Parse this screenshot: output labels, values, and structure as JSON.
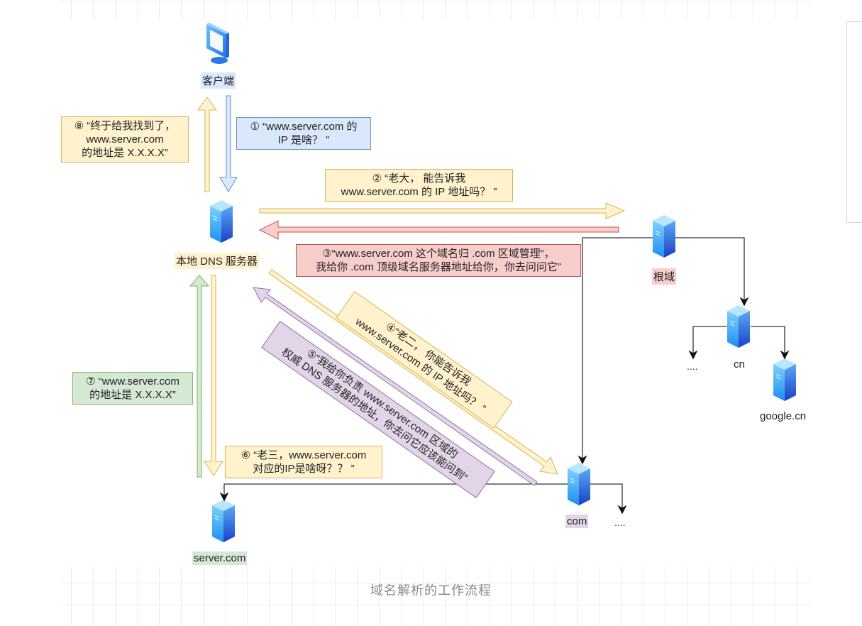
{
  "caption": "域名解析的工作流程",
  "nodes": {
    "client": {
      "label": "客户端",
      "icon": "computer-monitor-icon"
    },
    "local_dns": {
      "label": "本地 DNS 服务器",
      "icon": "server-icon"
    },
    "root": {
      "label": "根域",
      "icon": "server-icon"
    },
    "cn": {
      "label": "cn",
      "icon": "server-icon"
    },
    "cn_more": {
      "label": "...."
    },
    "google_cn": {
      "label": "google.cn",
      "icon": "server-icon"
    },
    "com": {
      "label": "com",
      "icon": "server-icon"
    },
    "com_more": {
      "label": "...."
    },
    "server_com": {
      "label": "server.com",
      "icon": "server-icon"
    }
  },
  "steps": [
    {
      "num": "①",
      "lines": [
        "① “www.server.com 的",
        "IP 是啥？ ”"
      ],
      "color": "blue"
    },
    {
      "num": "②",
      "lines": [
        "② “老大， 能告诉我",
        "www.server.com 的 IP 地址吗？ ”"
      ],
      "color": "yellow"
    },
    {
      "num": "③",
      "lines": [
        "③“www.server.com 这个域名归 .com 区域管理”，",
        "我给你 .com 顶级域名服务器地址给你，你去问问它”"
      ],
      "color": "red"
    },
    {
      "num": "④",
      "lines": [
        "④“老二， 你能告诉我",
        "www.server.com 的 IP 地址吗？ ”"
      ],
      "color": "yellow"
    },
    {
      "num": "⑤",
      "lines": [
        "⑤“我给你负责 www.server.com 区域的",
        "权威 DNS 服务器的地址，你去问它应该能问到”"
      ],
      "color": "purple"
    },
    {
      "num": "⑥",
      "lines": [
        "⑥ “老三，www.server.com",
        "对应的IP是啥呀？？ ”"
      ],
      "color": "yellow"
    },
    {
      "num": "⑦",
      "lines": [
        "⑦ “www.server.com",
        "的地址是 X.X.X.X”"
      ],
      "color": "green"
    },
    {
      "num": "⑧",
      "lines": [
        "⑧ “终于给我找到了，",
        "www.server.com",
        "的地址是 X.X.X.X”"
      ],
      "color": "yellow"
    }
  ],
  "colors": {
    "yellow_fill": "#fff2cc",
    "yellow_stroke": "#d6b656",
    "blue_fill": "#dae8fc",
    "blue_stroke": "#6c8ebf",
    "red_fill": "#f8cecc",
    "red_stroke": "#b85450",
    "green_fill": "#d5e8d4",
    "green_stroke": "#82b366",
    "purple_fill": "#e1d5e7",
    "purple_stroke": "#9673a6"
  }
}
